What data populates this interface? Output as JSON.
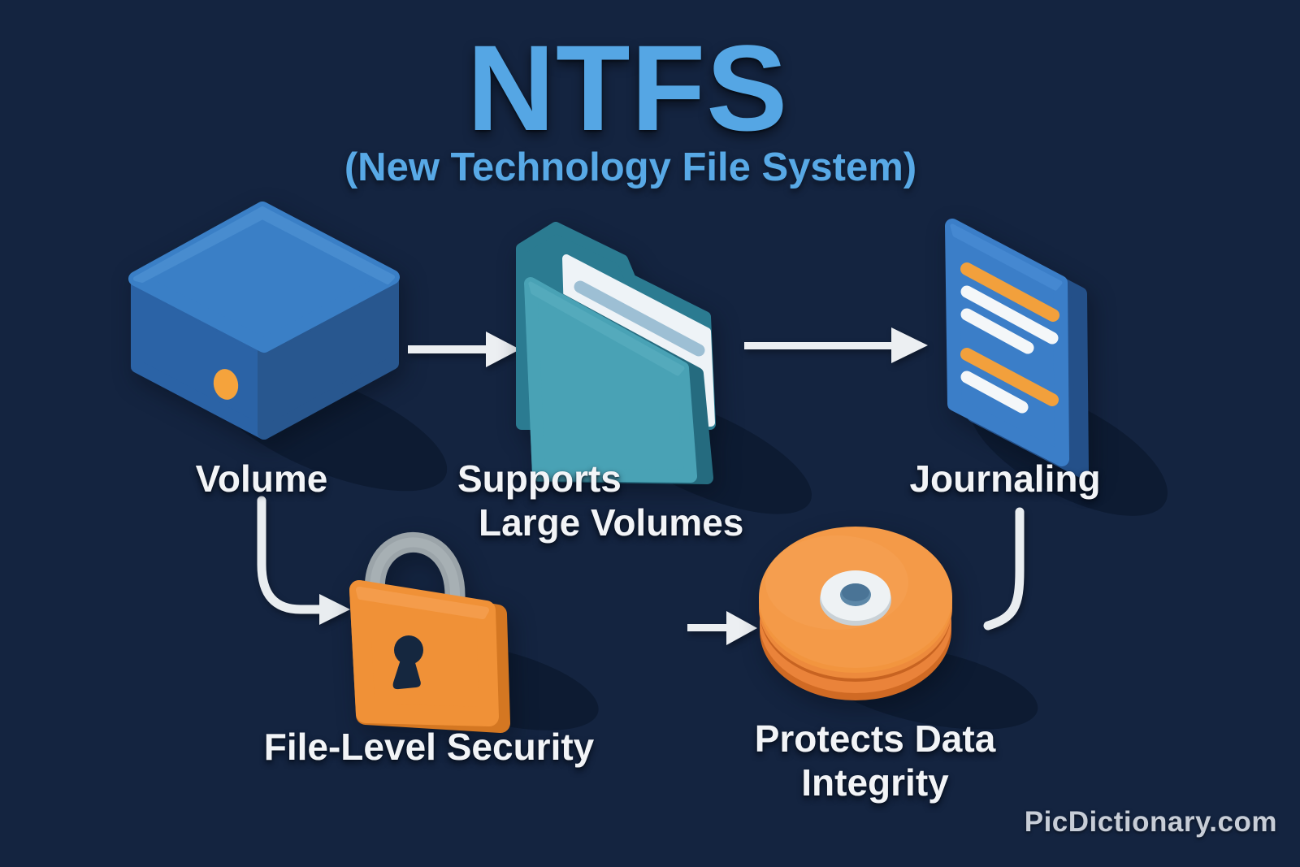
{
  "title": "NTFS",
  "subtitle": "(New Technology File System)",
  "nodes": [
    {
      "id": "volume",
      "label": "Volume",
      "icon": "storage-volume-box-icon"
    },
    {
      "id": "large-volumes",
      "label_line1": "Supports",
      "label_line2": "Large Volumes",
      "icon": "folder-with-document-icon"
    },
    {
      "id": "journaling",
      "label": "Journaling",
      "icon": "journal-log-document-icon"
    },
    {
      "id": "file-level-security",
      "label": "File-Level Security",
      "icon": "padlock-icon"
    },
    {
      "id": "data-integrity",
      "label_line1": "Protects Data",
      "label_line2": "Integrity",
      "icon": "data-disc-icon"
    }
  ],
  "watermark": "PicDictionary.com",
  "colors": {
    "background": "#142440",
    "title_blue": "#55a6e4",
    "label_white": "#f2f4f7",
    "box_blue_top": "#3a7fc6",
    "box_blue_front": "#2b63a6",
    "folder_teal": "#49a2b5",
    "folder_teal_dark": "#2b7b91",
    "paper_white": "#eef3f7",
    "paper_stripe": "#9dbfd4",
    "doc_blue": "#3b7ec8",
    "accent_orange": "#f09137",
    "line_orange": "#f2a03c",
    "shackle_gray": "#9ba4a9",
    "arrow_white": "#eceff2",
    "watermark_gray": "#c7cdd7"
  }
}
